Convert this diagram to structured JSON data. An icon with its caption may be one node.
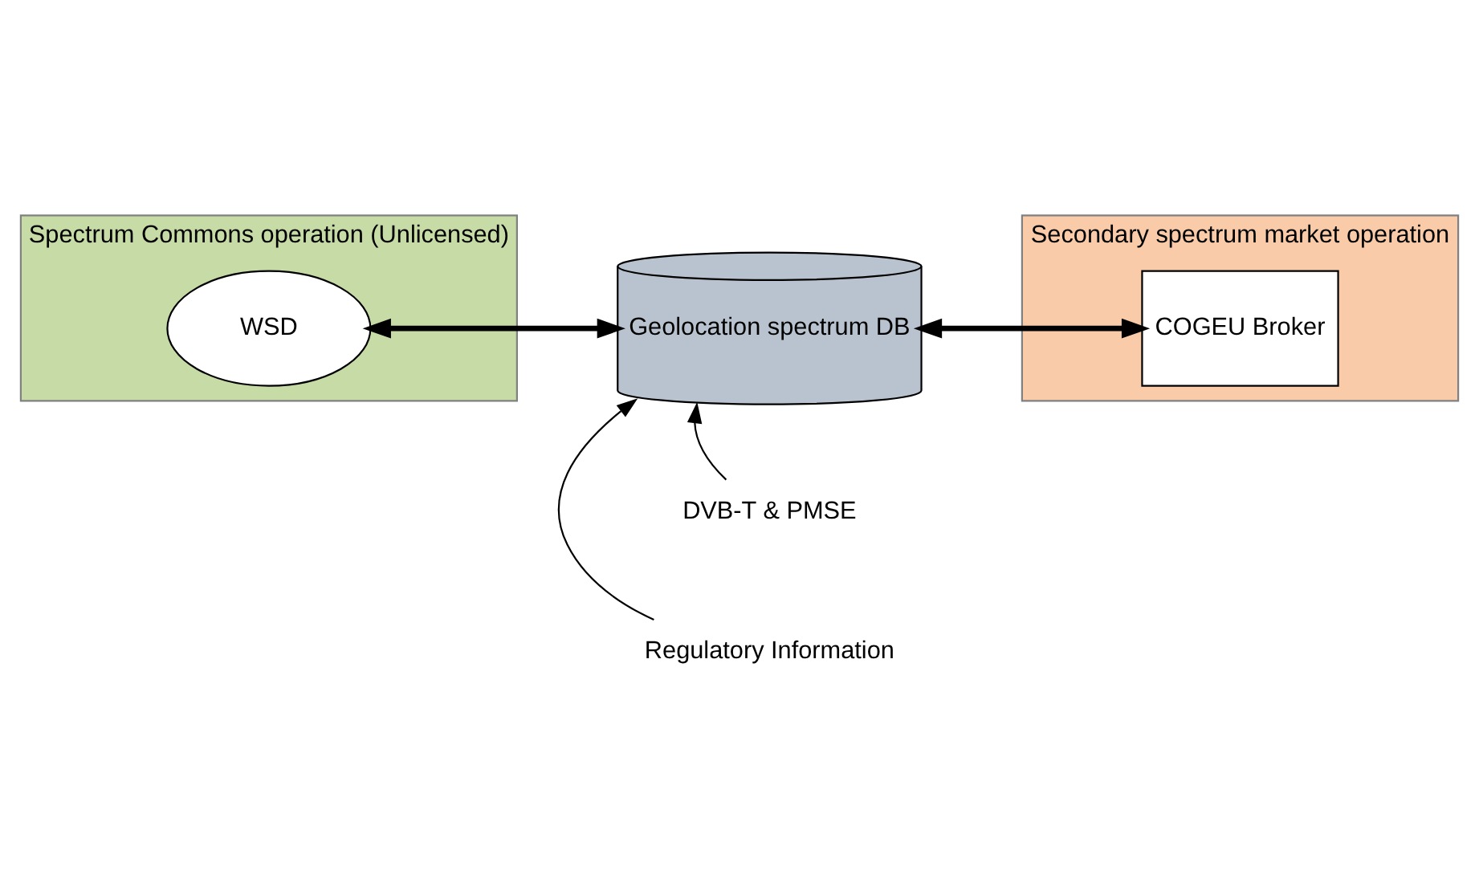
{
  "diagram": {
    "nodes": [
      {
        "text": [
          "Spectrum Commons operation (Unlicensed)"
        ]
      },
      {
        "text": [
          "WSD"
        ],
        "in": 0
      },
      {
        "text": [
          "Secondary spectrum market operation"
        ]
      },
      {
        "text": [
          "COGEU Broker"
        ],
        "in": 2
      },
      {
        "text": [
          "Geolocation spectrum DB"
        ]
      },
      {
        "text": [
          "DVB-T & PMSE"
        ]
      },
      {
        "text": [
          "Regulatory Information"
        ]
      }
    ],
    "edges": [
      {
        "from": 1,
        "to": 4,
        "arrow": "both",
        "style": "thick"
      },
      {
        "from": 4,
        "to": 3,
        "arrow": "both",
        "style": "thick"
      },
      {
        "from": 5,
        "to": 4,
        "arrow": "to"
      },
      {
        "from": 6,
        "to": 4,
        "arrow": "to"
      }
    ]
  }
}
